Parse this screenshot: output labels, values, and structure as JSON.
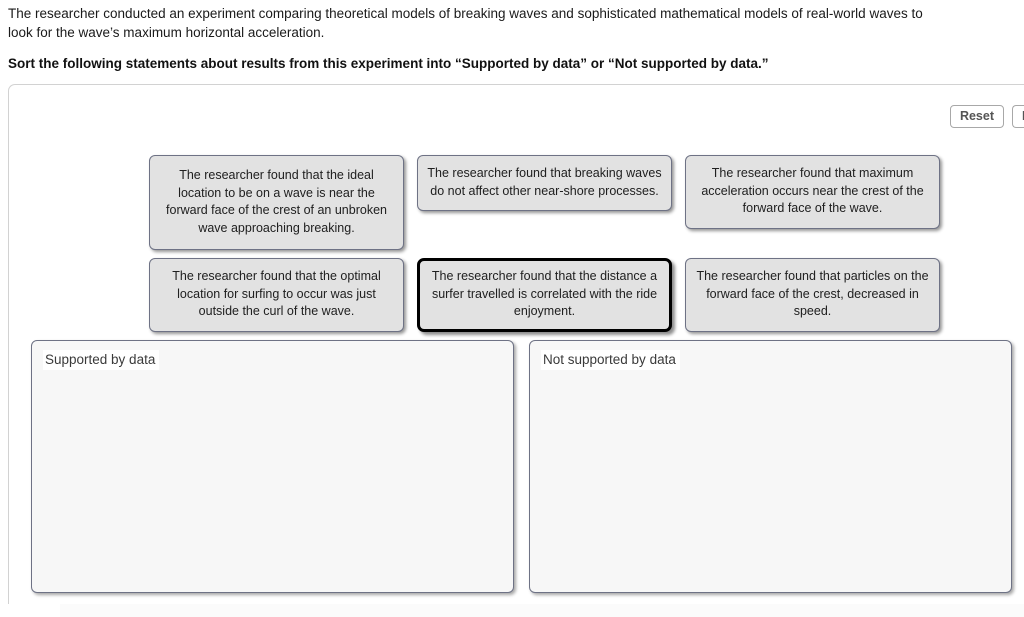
{
  "prompt": {
    "intro": "The researcher conducted an experiment comparing theoretical models of breaking waves and sophisticated mathematical models of real-world waves to look for the wave’s maximum horizontal acceleration.",
    "instruction": "Sort the following statements about results from this experiment into “Supported by data” or “Not supported by data.”"
  },
  "toolbar": {
    "reset_label": "Reset",
    "help_label": "He"
  },
  "cards": [
    {
      "text": "The researcher found that the ideal location to be on a wave is near the forward face of the crest of an unbroken wave approaching breaking.",
      "selected": false
    },
    {
      "text": "The researcher found that breaking waves do not affect other near-shore processes.",
      "selected": false
    },
    {
      "text": "The researcher found that maximum acceleration occurs near the crest of the forward face of the wave.",
      "selected": false
    },
    {
      "text": "The researcher found that the optimal location for surfing to occur was just outside the curl of the wave.",
      "selected": false
    },
    {
      "text": "The researcher found that the distance a surfer travelled is correlated with the ride enjoyment.",
      "selected": true
    },
    {
      "text": "The researcher found that particles on the forward face of the crest, decreased in speed.",
      "selected": false
    }
  ],
  "dropzones": [
    {
      "label": "Supported by data",
      "items": []
    },
    {
      "label": "Not supported by data",
      "items": []
    }
  ],
  "colors": {
    "card_background": "#e2e2e2",
    "card_border": "#6e7285",
    "dropzone_background": "#f7f7f7",
    "selected_border": "#000000",
    "panel_border": "#d2d2d2"
  }
}
